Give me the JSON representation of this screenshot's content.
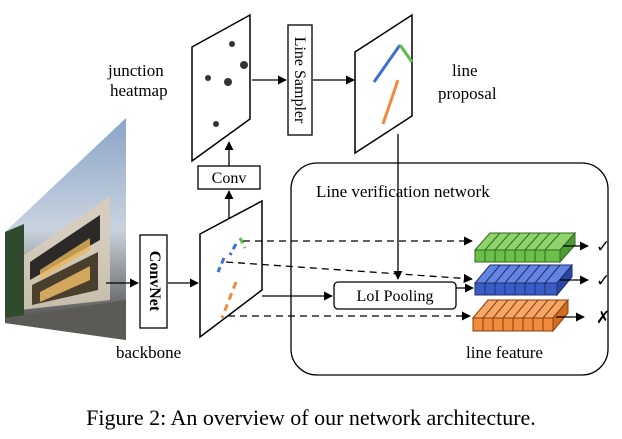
{
  "labels": {
    "junction_line1": "junction",
    "junction_line2": "heatmap",
    "line_proposal_line1": "line",
    "line_proposal_line2": "proposal",
    "backbone": "backbone",
    "line_feature": "line feature",
    "verification_network": "Line verification  network"
  },
  "boxes": {
    "convnet": "ConvNet",
    "conv": "Conv",
    "line_sampler": "Line Sampler",
    "loi_pooling": "LoI Pooling"
  },
  "marks": {
    "accept_1": "✓",
    "accept_2": "✓",
    "reject": "✗"
  },
  "caption": "Figure 2:  An overview of our network architecture.",
  "colors": {
    "green_feature": "#6cbf4a",
    "blue_feature": "#3a5cc7",
    "orange_feature": "#f08a3c",
    "line_blue": "#3f6fd1",
    "line_green": "#5dbb4a",
    "line_orange": "#f08a3c"
  }
}
